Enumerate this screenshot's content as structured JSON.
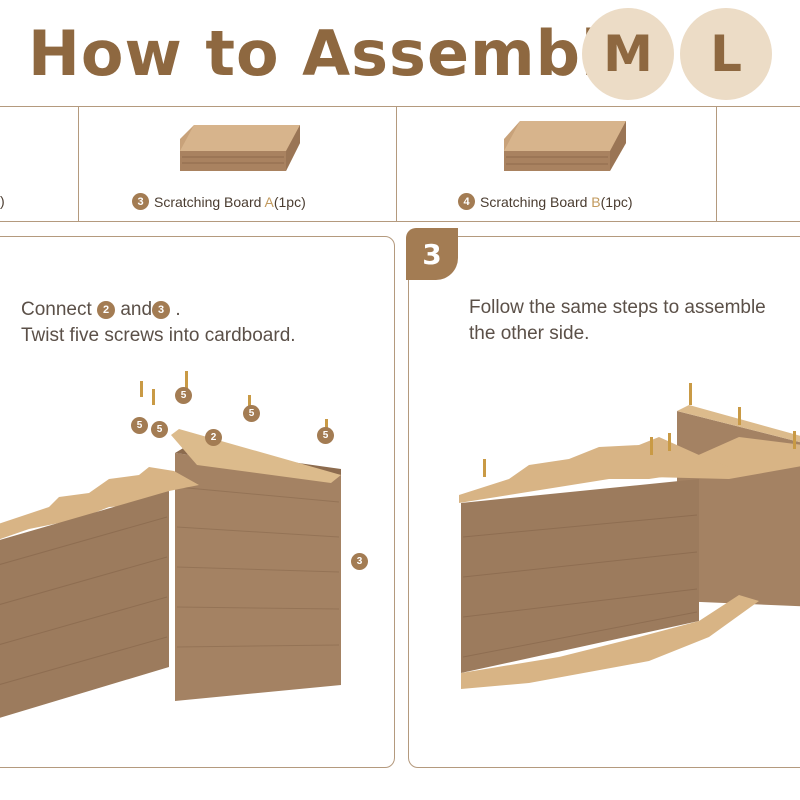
{
  "title": "How to Assemble",
  "sizes": [
    "M",
    "L"
  ],
  "parts": [
    {
      "number": "3",
      "name": "Scratching Board ",
      "letter": "A",
      "qty": "(1pc)"
    },
    {
      "number": "4",
      "name": "Scratching Board ",
      "letter": "B",
      "qty": "(1pc)"
    }
  ],
  "left_fragment": ")",
  "step2": {
    "line1_prefix": "Connect",
    "num_a": "2",
    "and": "and",
    "num_b": "3",
    "line1_suffix": ".",
    "line2": "Twist five screws into cardboard.",
    "callouts": [
      "5",
      "5",
      "5",
      "5",
      "5",
      "2",
      "3"
    ]
  },
  "step3": {
    "number": "3",
    "line1": "Follow the same steps to assemble",
    "line2": "the other side."
  },
  "colors": {
    "brand": "#8e6840",
    "accent": "#a37c53",
    "circle_bg": "#ecdcc6",
    "border": "#b49a7e"
  }
}
